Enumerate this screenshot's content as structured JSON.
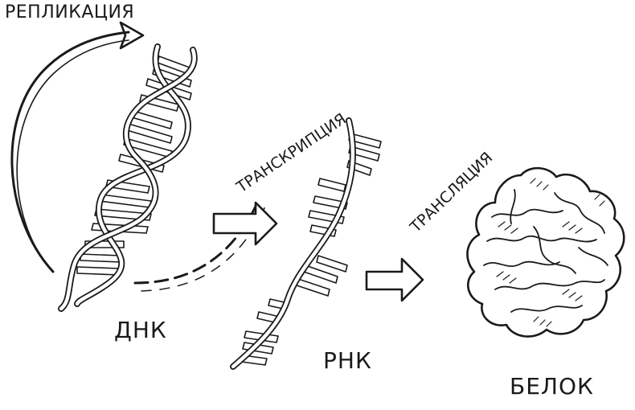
{
  "diagram": {
    "labels": {
      "replication": "РЕПЛИКАЦИЯ",
      "transcription": "ТРАНСКРИПЦИЯ",
      "translation": "ТРАНСЛЯЦИЯ",
      "dna": "ДНК",
      "rna": "РНК",
      "protein": "БЕЛОК"
    },
    "colors": {
      "ink": "#1a1a1a",
      "paper": "#ffffff"
    }
  }
}
